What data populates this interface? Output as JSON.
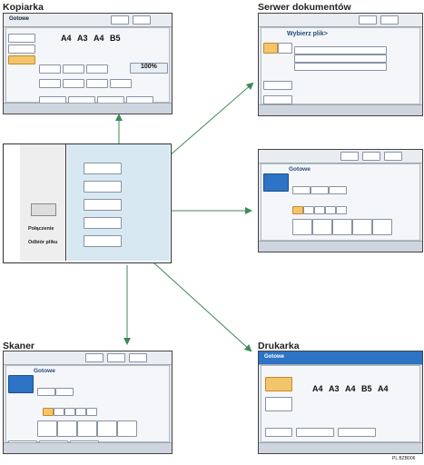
{
  "labels": {
    "copier": "Kopiarka",
    "server": "Serwer dokumentów",
    "scanner": "Skaner",
    "printer": "Drukarka",
    "fax": ""
  },
  "copier_screen": {
    "status": "Gotowe",
    "paper_sizes": [
      "A4",
      "A3",
      "A4",
      "B5"
    ],
    "zoom": "100%"
  },
  "server_screen": {
    "title": "Wybierz plik>"
  },
  "fax_screen": {
    "status": "Gotowe"
  },
  "scanner_screen": {
    "status": "Gotowe"
  },
  "printer_screen": {
    "status": "Gotowe",
    "paper_sizes": [
      "A4",
      "A3",
      "A4",
      "B5",
      "A4"
    ]
  },
  "device": {
    "connection_label": "Połączenie",
    "receive_label": "Odbiór pliku"
  },
  "footer_code": "PL BZB006"
}
